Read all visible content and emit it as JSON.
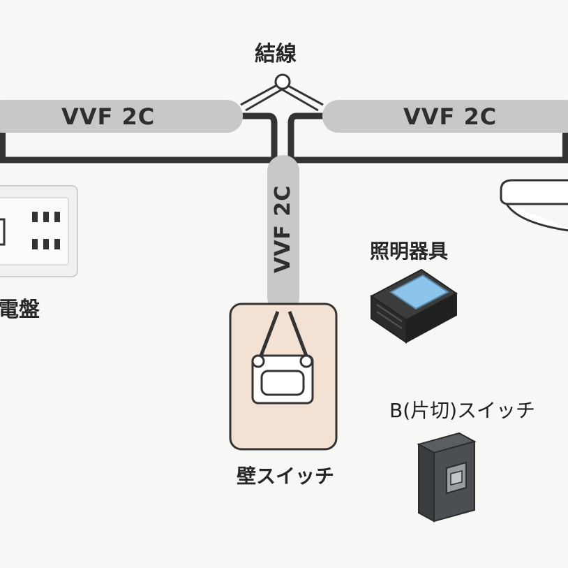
{
  "labels": {
    "junction": "結線",
    "cable_left": "VVF 2C",
    "cable_right": "VVF 2C",
    "cable_vertical": "VVF 2C",
    "panel": "電盤",
    "light_fixture": "照明器具",
    "single_pole_switch": "B(片切)スイッチ",
    "wall_switch": "壁スイッチ"
  },
  "colors": {
    "cable_sheath": "#c8c9c6",
    "wire": "#333333",
    "switch_plate": "#f3e1d3",
    "light_screen": "#8cc4ec",
    "background": "#f7f7f6"
  }
}
